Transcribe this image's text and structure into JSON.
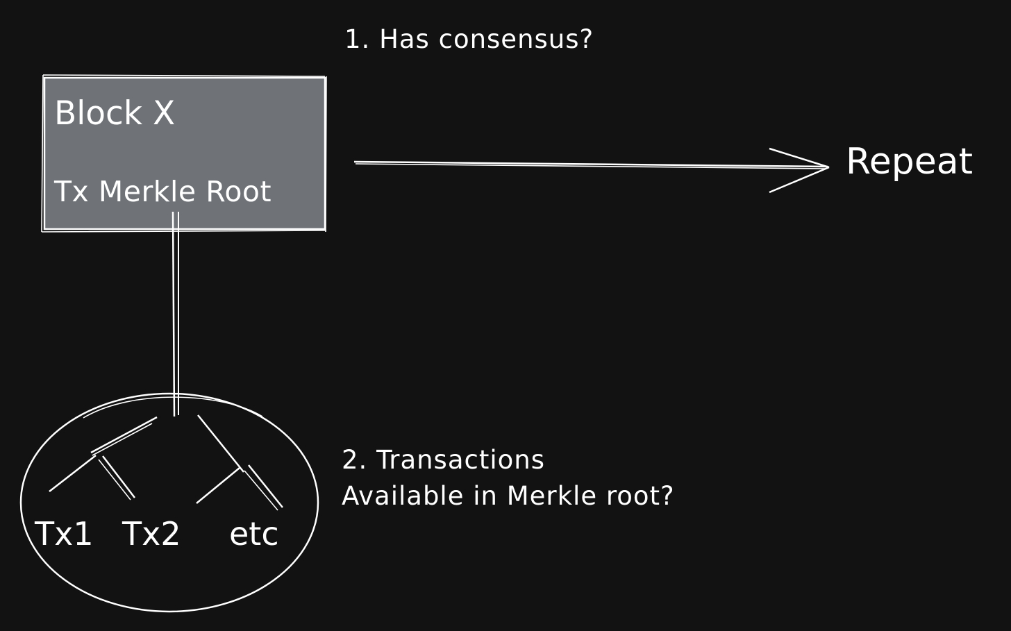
{
  "diagram": {
    "block": {
      "title": "Block X",
      "root_label": "Tx Merkle Root"
    },
    "notes": {
      "consensus": "1. Has consensus?",
      "transactions_line1": "2. Transactions",
      "transactions_line2": "Available in Merkle root?"
    },
    "arrow_target": "Repeat",
    "tree_leaves": [
      "Tx1",
      "Tx2",
      "etc"
    ]
  },
  "colors": {
    "background": "#121212",
    "block_fill": "#6f7378",
    "stroke": "#ffffff"
  }
}
